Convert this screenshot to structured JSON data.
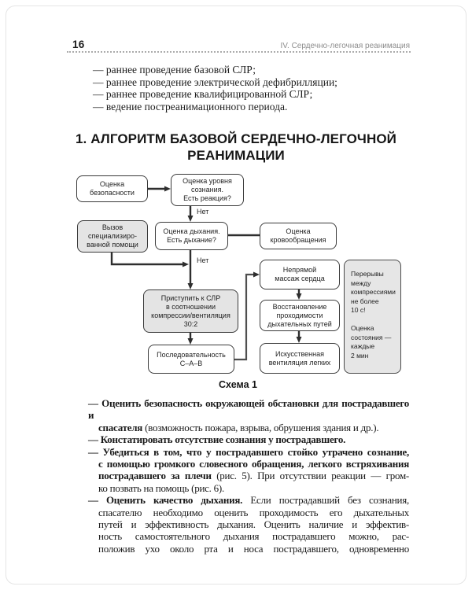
{
  "page_header": {
    "page_number": "16",
    "chapter_title": "IV. Сердечно-легочная реанимация"
  },
  "intro_list": {
    "items": [
      "— раннее проведение базовой СЛР;",
      "— раннее проведение электрической дефибрилляции;",
      "— раннее проведение квалифицированной СЛР;",
      "— ведение постреанимационного периода."
    ]
  },
  "section_title": "1. АЛГОРИТМ БАЗОВОЙ СЕРДЕЧНО-ЛЕГОЧНОЙ\nРЕАНИМАЦИИ",
  "flowchart": {
    "caption": "Схема 1",
    "labels": {
      "no1": "Нет",
      "no2": "Нет"
    },
    "nodes": {
      "safety": "Оценка\nбезопасности",
      "consciousness": "Оценка уровня\nсознания.\nЕсть реакция?",
      "call_help": "Вызов\nспециализиро-\nванной помощи",
      "breathing": "Оценка дыхания.\nЕсть дыхание?",
      "circulation": "Оценка\nкровообращения",
      "start_cpr": "Приступить к СЛР\nв соотношении\nкомпрессии/вентиляция\n30:2",
      "sequence": "Последовательность\nС–А–В",
      "chest_compressions": "Непрямой\nмассаж сердца",
      "airway": "Восстановление\nпроходимости\nдыхательных путей",
      "ventilation": "Искусственная\nвентиляция легких",
      "note": "Перерывы\nмежду\nкомпрессиями\nне более\n10 с!\n\nОценка\nсостояния —\nкаждые\n2 мин"
    },
    "colors": {
      "node_border": "#3a3a3a",
      "node_fill_white": "#ffffff",
      "node_fill_gray": "#e4e4e4",
      "arrow": "#2e2e2e"
    }
  },
  "body": {
    "lines": [
      {
        "segments": [
          {
            "t": "— Оценить безопасность окружающей обстановки для пострадавшего и",
            "b": true
          }
        ]
      },
      {
        "segments": [
          {
            "t": "спасателя",
            "b": true
          },
          {
            "t": " (возможность пожара, взрыва, обрушения здания и др.).",
            "b": false
          }
        ]
      },
      {
        "segments": [
          {
            "t": "— Констатировать отсутствие сознания у пострадавшего.",
            "b": true
          }
        ]
      },
      {
        "segments": [
          {
            "t": "— Убедиться в том, что у пострадавшего стойко утрачено сознание,",
            "b": true
          }
        ]
      },
      {
        "segments": [
          {
            "t": "с помощью громкого словесного обращения, легкого встряхивания",
            "b": true
          }
        ]
      },
      {
        "segments": [
          {
            "t": "пострадавшего за плечи",
            "b": true
          },
          {
            "t": " (рис. 5). При отсутствии реакции — гром-",
            "b": false
          }
        ]
      },
      {
        "segments": [
          {
            "t": "ко позвать на помощь (рис. 6).",
            "b": false
          }
        ]
      },
      {
        "segments": [
          {
            "t": "— Оценить качество дыхания.",
            "b": true
          },
          {
            "t": " Если пострадавший без сознания,",
            "b": false
          }
        ]
      },
      {
        "segments": [
          {
            "t": "спасателю необходимо оценить проходимость его дыхательных",
            "b": false
          }
        ]
      },
      {
        "segments": [
          {
            "t": "путей и эффективность дыхания. Оценить наличие и эффектив-",
            "b": false
          }
        ]
      },
      {
        "segments": [
          {
            "t": "ность самостоятельного дыхания пострадавшего можно, рас-",
            "b": false
          }
        ]
      },
      {
        "segments": [
          {
            "t": "положив ухо около рта и носа пострадавшего, одновременно",
            "b": false
          }
        ]
      }
    ]
  }
}
